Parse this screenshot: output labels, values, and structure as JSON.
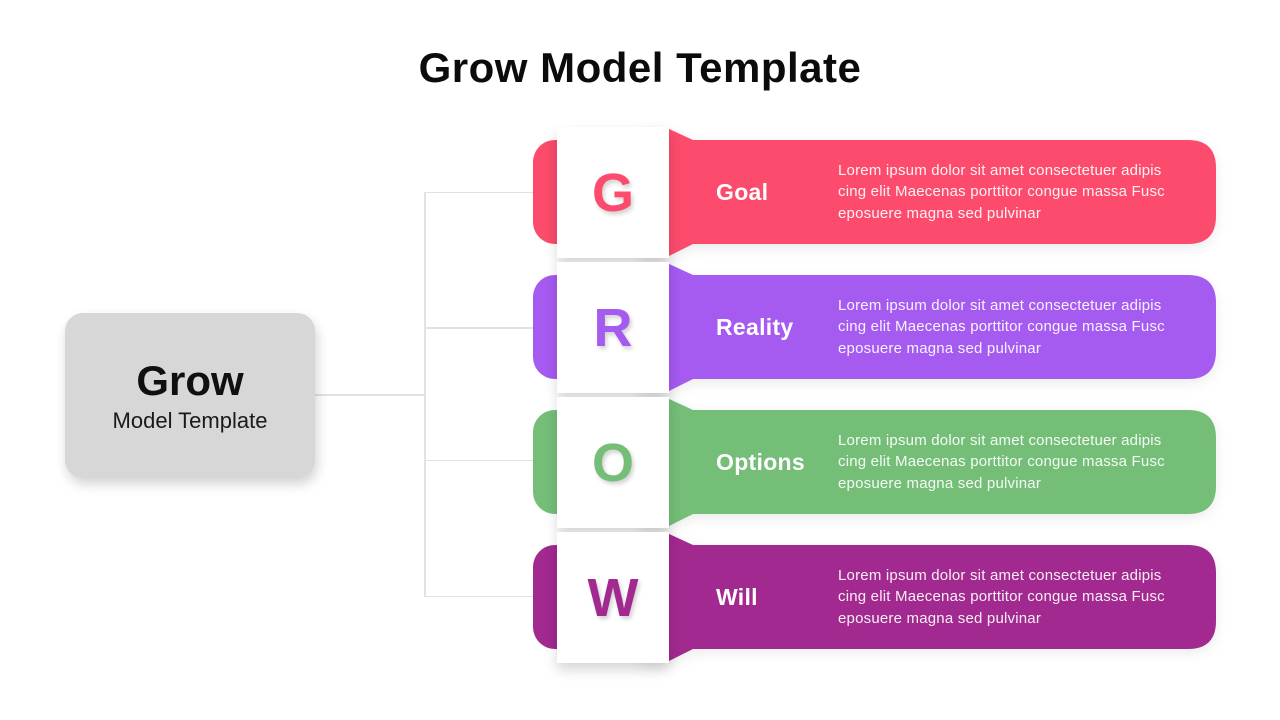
{
  "slide": {
    "title": "Grow Model Template"
  },
  "center_box": {
    "title": "Grow",
    "subtitle": "Model Template",
    "bg": "#d7d7d7"
  },
  "connector_color": "#e2e2e2",
  "rows": [
    {
      "letter": "G",
      "label": "Goal",
      "color": "#fc4b6c",
      "desc_lines": [
        "Lorem ipsum dolor sit amet consectetuer adipis",
        "cing elit Maecenas porttitor congue massa Fusc",
        "eposuere magna sed pulvinar"
      ]
    },
    {
      "letter": "R",
      "label": "Reality",
      "color": "#a55af0",
      "desc_lines": [
        "Lorem ipsum dolor sit amet consectetuer adipis",
        "cing elit Maecenas porttitor congue massa Fusc",
        "eposuere magna sed pulvinar"
      ]
    },
    {
      "letter": "O",
      "label": "Options",
      "color": "#74be78",
      "desc_lines": [
        "Lorem ipsum dolor sit amet consectetuer adipis",
        "cing elit Maecenas porttitor congue massa Fusc",
        "eposuere magna sed pulvinar"
      ]
    },
    {
      "letter": "W",
      "label": "Will",
      "color": "#a2298f",
      "desc_lines": [
        "Lorem ipsum dolor sit amet consectetuer adipis",
        "cing elit Maecenas porttitor congue massa Fusc",
        "eposuere magna sed pulvinar"
      ]
    }
  ]
}
